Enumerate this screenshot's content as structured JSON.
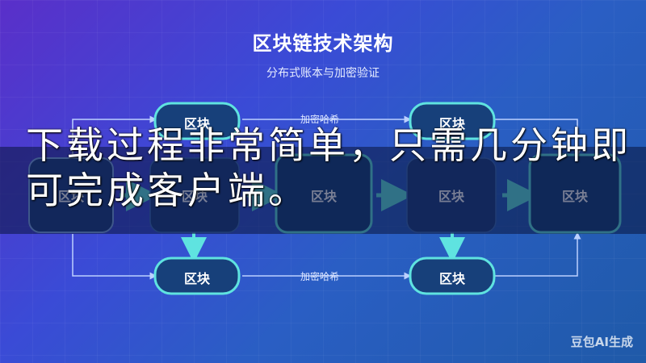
{
  "title": "区块链技术架构",
  "subtitle": "分布式账本与加密验证",
  "nodes": {
    "top_left": "区块",
    "top_right": "区块",
    "mid_1": "区块",
    "mid_2": "区块",
    "mid_3": "区块",
    "mid_4": "区块",
    "mid_5": "区块",
    "bottom_left": "区块",
    "bottom_right": "区块"
  },
  "edge_labels": {
    "top": "加密哈希",
    "bottom": "加密哈希"
  },
  "overlay_text": "下载过程非常简单，只需几分钟即可完成客户端。",
  "watermark": "豆包AI生成",
  "colors": {
    "accent_cyan": "#5fe3e0",
    "node_fill": "#17407a"
  }
}
